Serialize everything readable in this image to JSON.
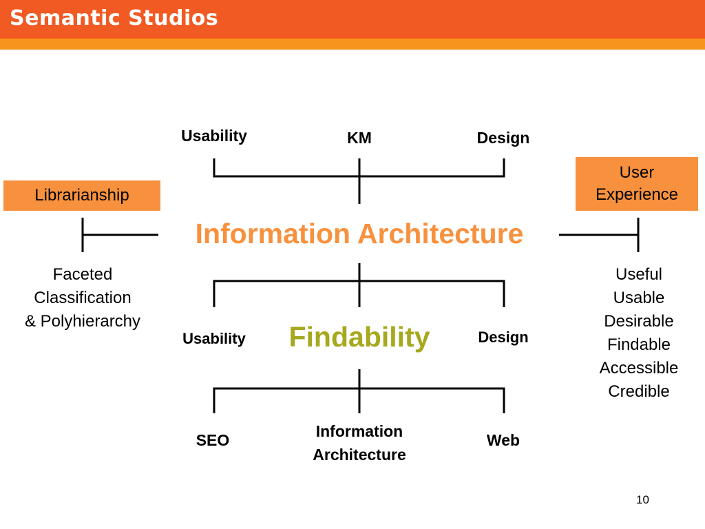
{
  "header": {
    "brand": "Semantic Studios"
  },
  "top_row": {
    "left": "Usability",
    "center": "KM",
    "right": "Design"
  },
  "left_box": "Librarianship",
  "right_box": {
    "line1": "User",
    "line2": "Experience"
  },
  "main_title": "Information Architecture",
  "left_note": [
    "Faceted",
    "Classification",
    "& Polyhierarchy"
  ],
  "right_list": [
    "Useful",
    "Usable",
    "Desirable",
    "Findable",
    "Accessible",
    "Credible"
  ],
  "middle_row": {
    "left": "Usability",
    "center": "Findability",
    "right": "Design"
  },
  "bottom_row": {
    "left": "SEO",
    "center_line1": "Information",
    "center_line2": "Architecture",
    "right": "Web"
  },
  "page_number": "10",
  "colors": {
    "header": "#f15a22",
    "header_strip": "#f7941d",
    "accent_orange": "#f7913e",
    "findability_olive": "#a6a81e"
  }
}
